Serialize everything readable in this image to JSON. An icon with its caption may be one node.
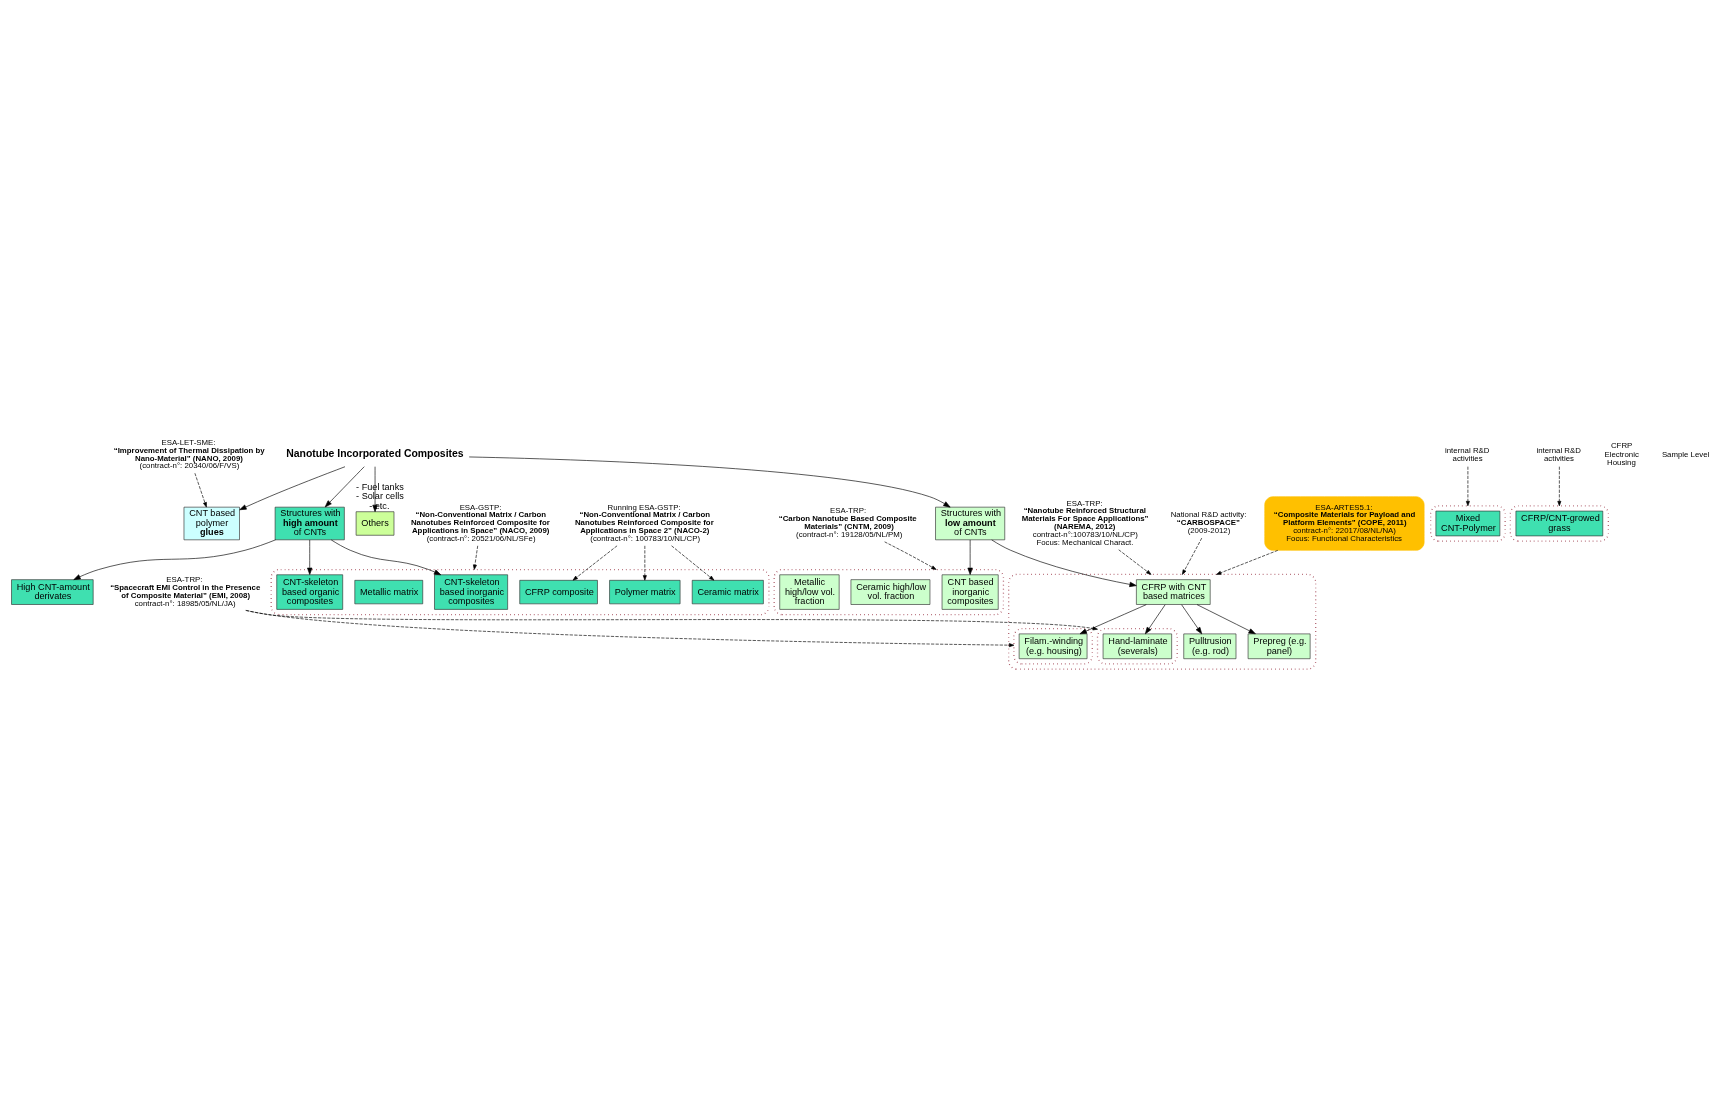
{
  "diagram": {
    "nodes": [
      {
        "text": [
          "Nanotube Incorporated Composites"
        ]
      },
      {
        "text": [
          "ESA-ARTES5.1:",
          "“Composite Materials for Payload and Platform Elements” (COPE, 2011)",
          "contract-n°: 22017/08/NL/NA)",
          "Focus: Functional Characteristics"
        ]
      },
      {
        "text": [
          "ESA-TRP:",
          "“Nanotube Reinforced Structural Materials For Space Applications” (NAREMA, 2012)",
          "contract-n°:100783/10/NL/CP)",
          "Focus: Mechanical Charact."
        ]
      },
      {
        "text": [
          "Structures with **low amount** of CNTs"
        ]
      },
      {
        "text": [
          "CNT based polymer **glues**"
        ]
      },
      {
        "text": [
          "Structures with **high amount** of CNTs"
        ]
      },
      {
        "text": [
          "Others"
        ],
        "beside": [
          "- Fuel tanks",
          "- Solar cells",
          "- etc."
        ]
      },
      {
        "text": [
          "ESA-LET-SME:",
          "“Improvement of Thermal Dissipation by Nano-Material” (NANO, 2009)",
          "(contract-n°: 20340/06/F/VS)"
        ]
      },
      {
        "text": [],
        "shape": "ellipse"
      },
      {
        "text": [
          "CFRP with CNT based matrices"
        ],
        "in": 8
      },
      {
        "text": [],
        "shape": "ellipse",
        "in": 8
      },
      {
        "text": [],
        "shape": "ellipse",
        "in": 8
      },
      {
        "text": [
          "Pulltrusion (e.g. rod)"
        ],
        "in": 8
      },
      {
        "text": [
          "Filam.-winding (e.g. housing)"
        ],
        "in": 10
      },
      {
        "text": [
          "Prepreg (e.g. panel)"
        ],
        "in": 8
      },
      {
        "text": [
          "Hand-laminate (severals)"
        ],
        "in": 11
      },
      {
        "text": [],
        "shape": "ellipse"
      },
      {
        "text": [
          "CNT based inorganic composites"
        ],
        "in": 16
      },
      {
        "text": [
          "Ceramic high/low vol. fraction"
        ],
        "in": 16
      },
      {
        "text": [
          "Metallic high/low vol. fraction"
        ],
        "in": 16
      },
      {
        "text": [],
        "shape": "ellipse"
      },
      {
        "text": [
          "CNT-skeleton based inorganic composites"
        ],
        "in": 20
      },
      {
        "text": [
          "CNT-skeleton based organic composites"
        ],
        "in": 20
      },
      {
        "text": [
          "High CNT-amount derivates"
        ]
      },
      {
        "text": [
          "Ceramic matrix"
        ],
        "in": 20
      },
      {
        "text": [
          "Polymer matrix"
        ],
        "in": 20
      },
      {
        "text": [
          "Metallic matrix"
        ],
        "in": 20
      },
      {
        "text": [
          "CFRP composite"
        ],
        "in": 20
      },
      {
        "text": [],
        "shape": "ellipse"
      },
      {
        "text": [
          "Mixed CNT-Polymer"
        ],
        "in": 28
      },
      {
        "text": [],
        "shape": "ellipse"
      },
      {
        "text": [
          "CFRP/CNT-growed grass"
        ],
        "in": 30
      },
      {
        "text": [
          "internal R&D activities"
        ]
      },
      {
        "text": [
          "internal R&D activities"
        ]
      },
      {
        "text": [
          "ESA-TRP:",
          "“Carbon Nanotube Based Composite Materials” (CNTM, 2009)",
          "(contract-n°: 19128/05/NL/PM)"
        ]
      },
      {
        "text": [
          "National R&D activity:",
          "“CARBOSPACE”",
          "(2009-2012)"
        ]
      },
      {
        "text": [
          "ESA-TRP:",
          "“Spacecraft EMI Control in the Presence of Composite Material” (EMI, 2008)",
          "contract-n°: 18985/05/NL/JA)"
        ]
      },
      {
        "text": [
          "ESA-GSTP:",
          "“Non-Conventional Matrix / Carbon Nanotubes Reinforced Composite for Applications in Space” (NACO, 2009)",
          "(contract-n°: 20521/06/NL/SFe)"
        ]
      },
      {
        "text": [
          "Running ESA-GSTP:",
          "“Non-Conventional Matrix / Carbon Nanotubes Reinforced Composite for Applications in Space 2” (NACO-2)",
          "(contract-n°: 100783/10/NL/CP)"
        ]
      }
    ],
    "edges": [
      {
        "from": 0,
        "to": 3,
        "arrow": "to"
      },
      {
        "from": 0,
        "to": 4,
        "arrow": "to"
      },
      {
        "from": 0,
        "to": 5,
        "arrow": "to"
      },
      {
        "from": 0,
        "to": 6,
        "arrow": "to"
      },
      {
        "from": 3,
        "to": 9,
        "arrow": "to"
      },
      {
        "from": 3,
        "to": 17,
        "arrow": "to"
      },
      {
        "from": 9,
        "to": 12,
        "arrow": "to"
      },
      {
        "from": 9,
        "to": 13,
        "arrow": "to"
      },
      {
        "from": 9,
        "to": 14,
        "arrow": "to"
      },
      {
        "from": 9,
        "to": 15,
        "arrow": "to"
      },
      {
        "from": 5,
        "to": 21,
        "arrow": "to"
      },
      {
        "from": 5,
        "to": 22,
        "arrow": "to"
      },
      {
        "from": 5,
        "to": 23,
        "arrow": "to"
      },
      {
        "from": 1,
        "to": 8,
        "arrow": "to",
        "style": "dashed"
      },
      {
        "from": 2,
        "to": 8,
        "arrow": "to",
        "style": "dashed"
      },
      {
        "from": 7,
        "to": 4,
        "arrow": "to",
        "style": "dashed"
      },
      {
        "from": 35,
        "to": 8,
        "arrow": "to",
        "style": "dashed"
      },
      {
        "from": 36,
        "to": 10,
        "arrow": "to",
        "style": "dashed"
      },
      {
        "from": 36,
        "to": 11,
        "arrow": "to",
        "style": "dashed"
      },
      {
        "from": 34,
        "to": 16,
        "arrow": "to",
        "style": "dashed"
      },
      {
        "from": 37,
        "to": 20,
        "arrow": "to",
        "style": "dashed"
      },
      {
        "from": 38,
        "to": 24,
        "arrow": "to",
        "style": "dashed"
      },
      {
        "from": 38,
        "to": 25,
        "arrow": "to",
        "style": "dashed"
      },
      {
        "from": 38,
        "to": 27,
        "arrow": "to",
        "style": "dashed"
      },
      {
        "from": 32,
        "to": 28,
        "arrow": "to",
        "style": "dashed"
      },
      {
        "from": 33,
        "to": 30,
        "arrow": "to",
        "style": "dashed"
      }
    ],
    "labels": [
      "CFRP Electronic Housing",
      "Sample Level"
    ]
  }
}
